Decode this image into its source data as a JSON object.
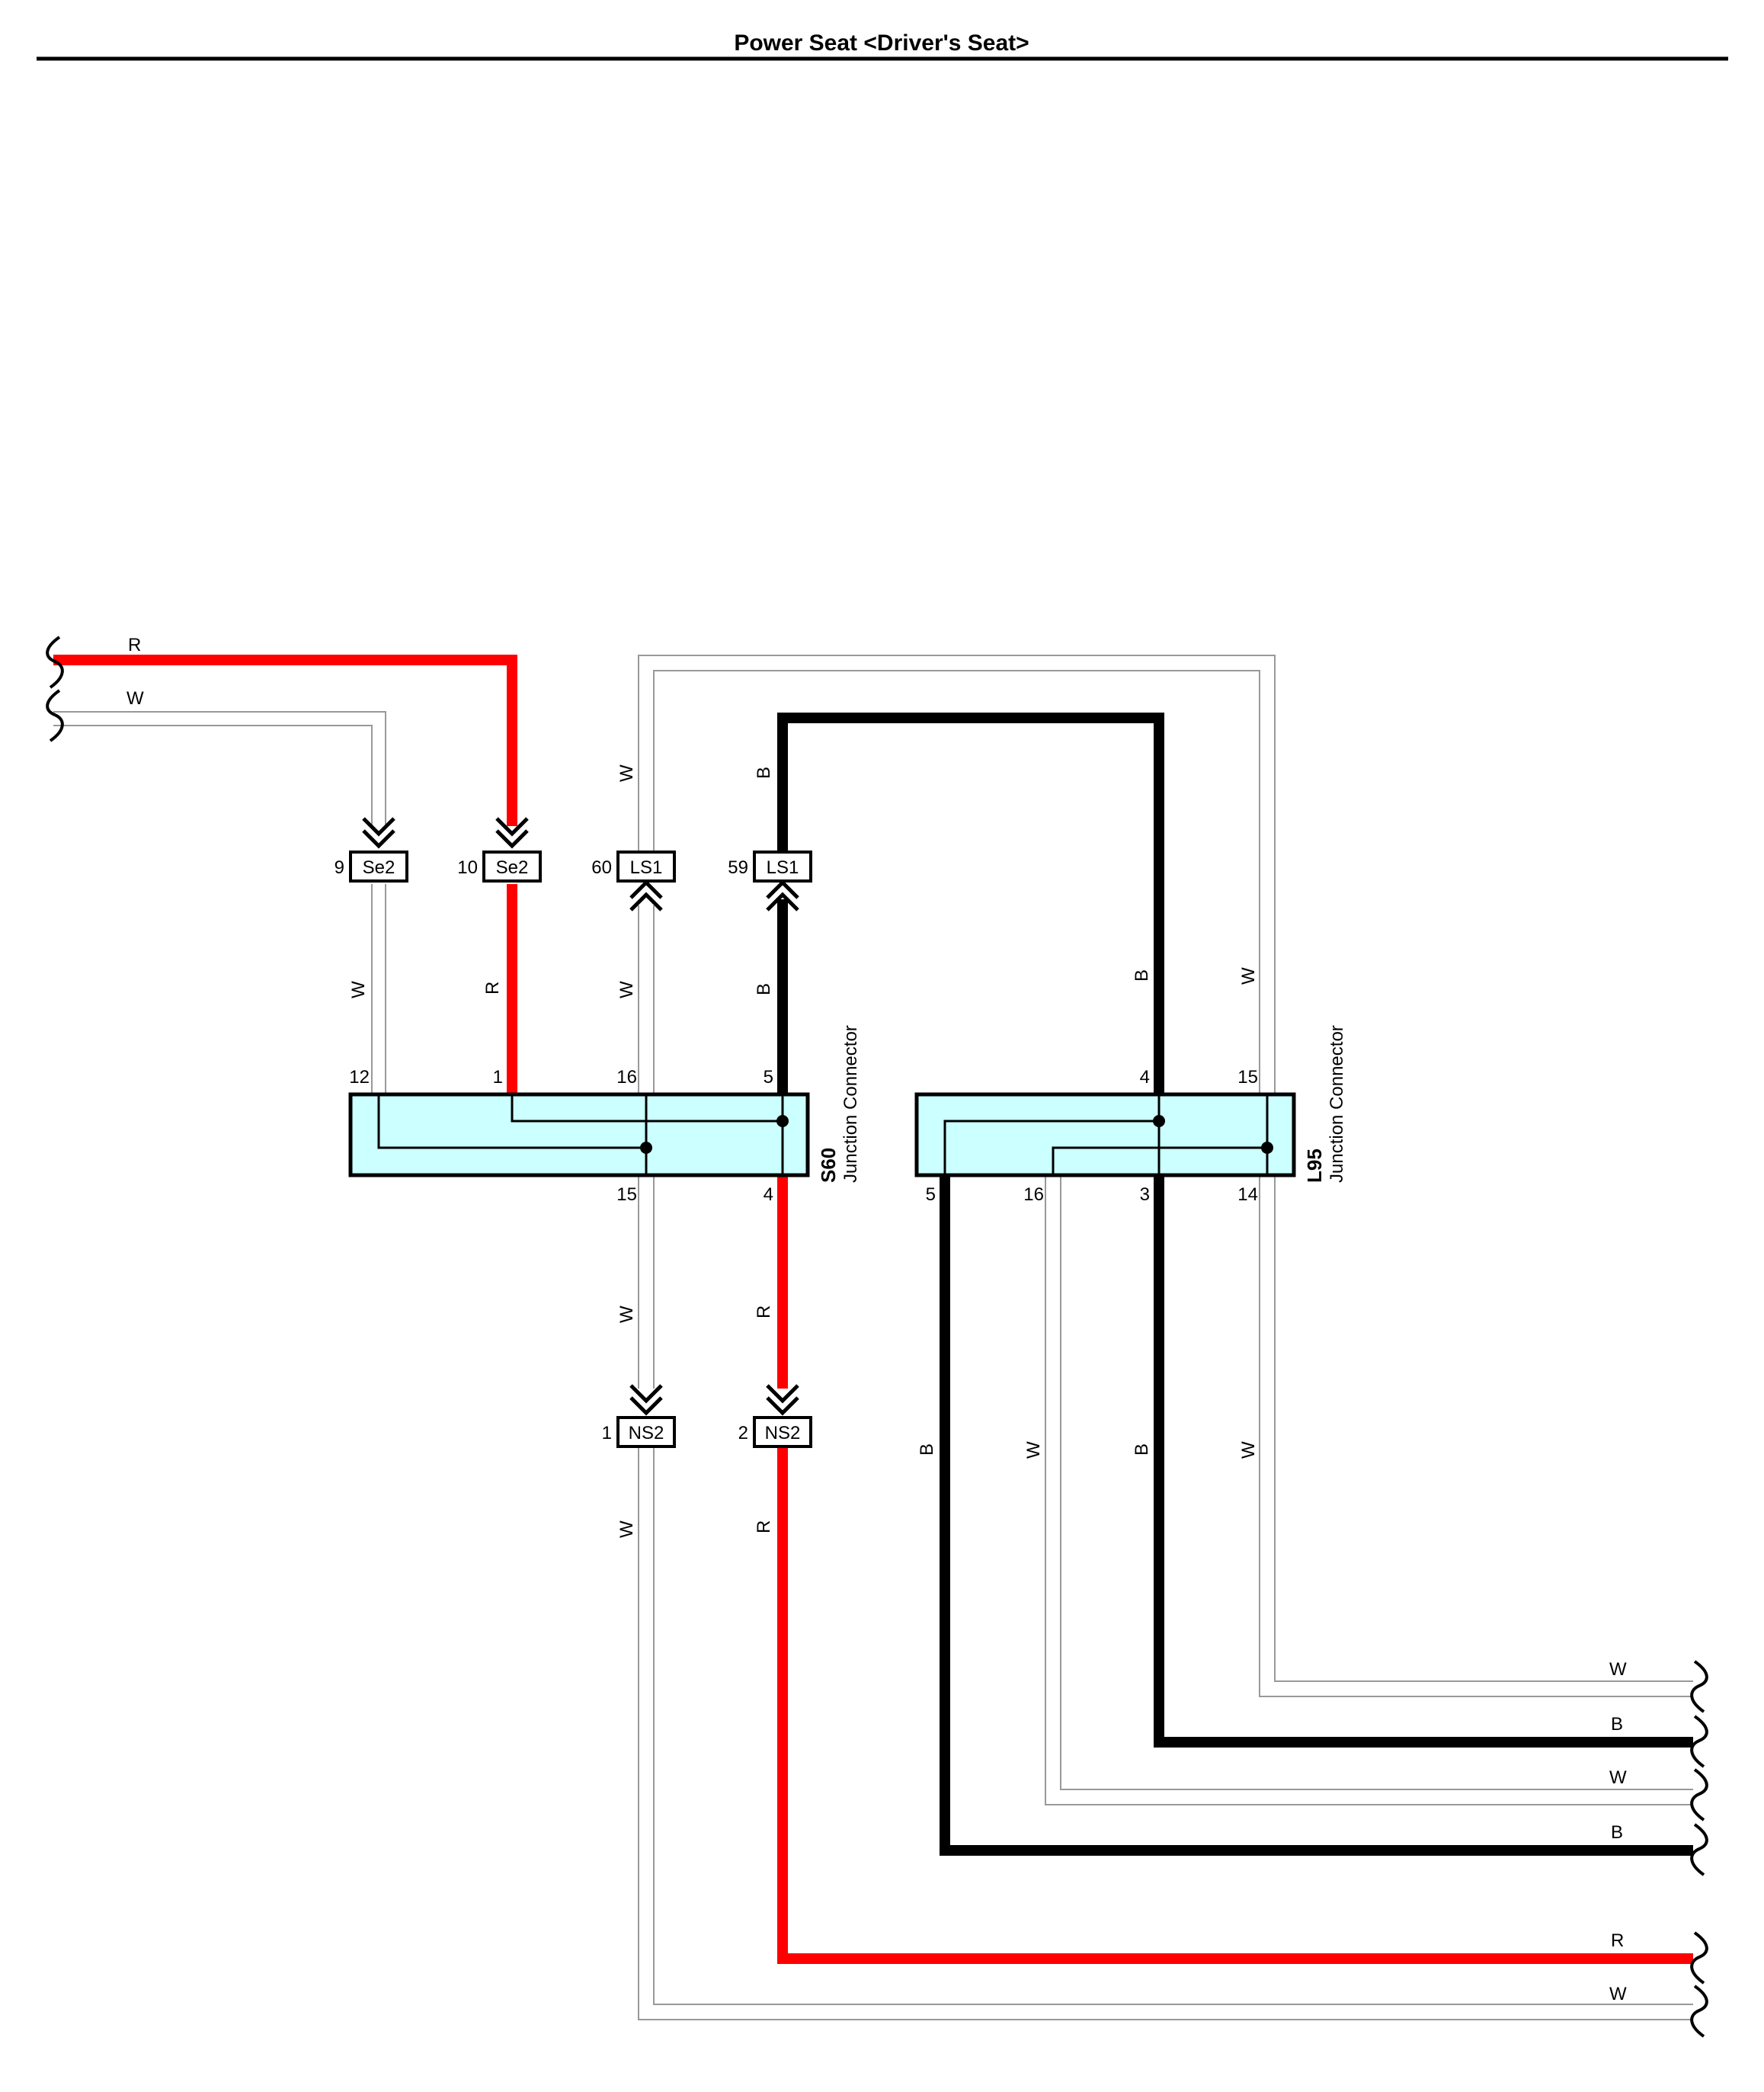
{
  "title": "Power Seat <Driver's Seat>",
  "colors": {
    "red": "#ff0000",
    "black": "#000000",
    "white_wire": "#999999",
    "junction_fill": "#ccffff"
  },
  "left_wires": [
    {
      "color_code": "R"
    },
    {
      "color_code": "W"
    }
  ],
  "right_wires": [
    {
      "color_code": "W"
    },
    {
      "color_code": "B"
    },
    {
      "color_code": "W"
    },
    {
      "color_code": "B"
    },
    {
      "color_code": "R"
    },
    {
      "color_code": "W"
    }
  ],
  "connectors": [
    {
      "pin": "9",
      "name": "Se2"
    },
    {
      "pin": "10",
      "name": "Se2"
    },
    {
      "pin": "60",
      "name": "LS1"
    },
    {
      "pin": "59",
      "name": "LS1"
    },
    {
      "pin": "1",
      "name": "NS2"
    },
    {
      "pin": "2",
      "name": "NS2"
    }
  ],
  "junctions": [
    {
      "name": "S60",
      "description": "Junction Connector",
      "top_pins": [
        "12",
        "1",
        "16",
        "5"
      ],
      "bottom_pins": [
        "15",
        "4"
      ]
    },
    {
      "name": "L95",
      "description": "Junction Connector",
      "top_pins": [
        "4",
        "15"
      ],
      "bottom_pins": [
        "5",
        "16",
        "3",
        "14"
      ]
    }
  ],
  "vertical_labels": {
    "se2_9_below": "W",
    "se2_10_below": "R",
    "ls1_60_above": "W",
    "ls1_60_below": "W",
    "ls1_59_above": "B",
    "ls1_59_below": "B",
    "l95_4_above": "B",
    "l95_15_above": "W",
    "s60_15_below": "W",
    "s60_4_below": "R",
    "ns2_1_below": "W",
    "ns2_2_below": "R",
    "l95_5_below": "B",
    "l95_16_below": "W",
    "l95_3_below": "B",
    "l95_14_below": "W"
  }
}
